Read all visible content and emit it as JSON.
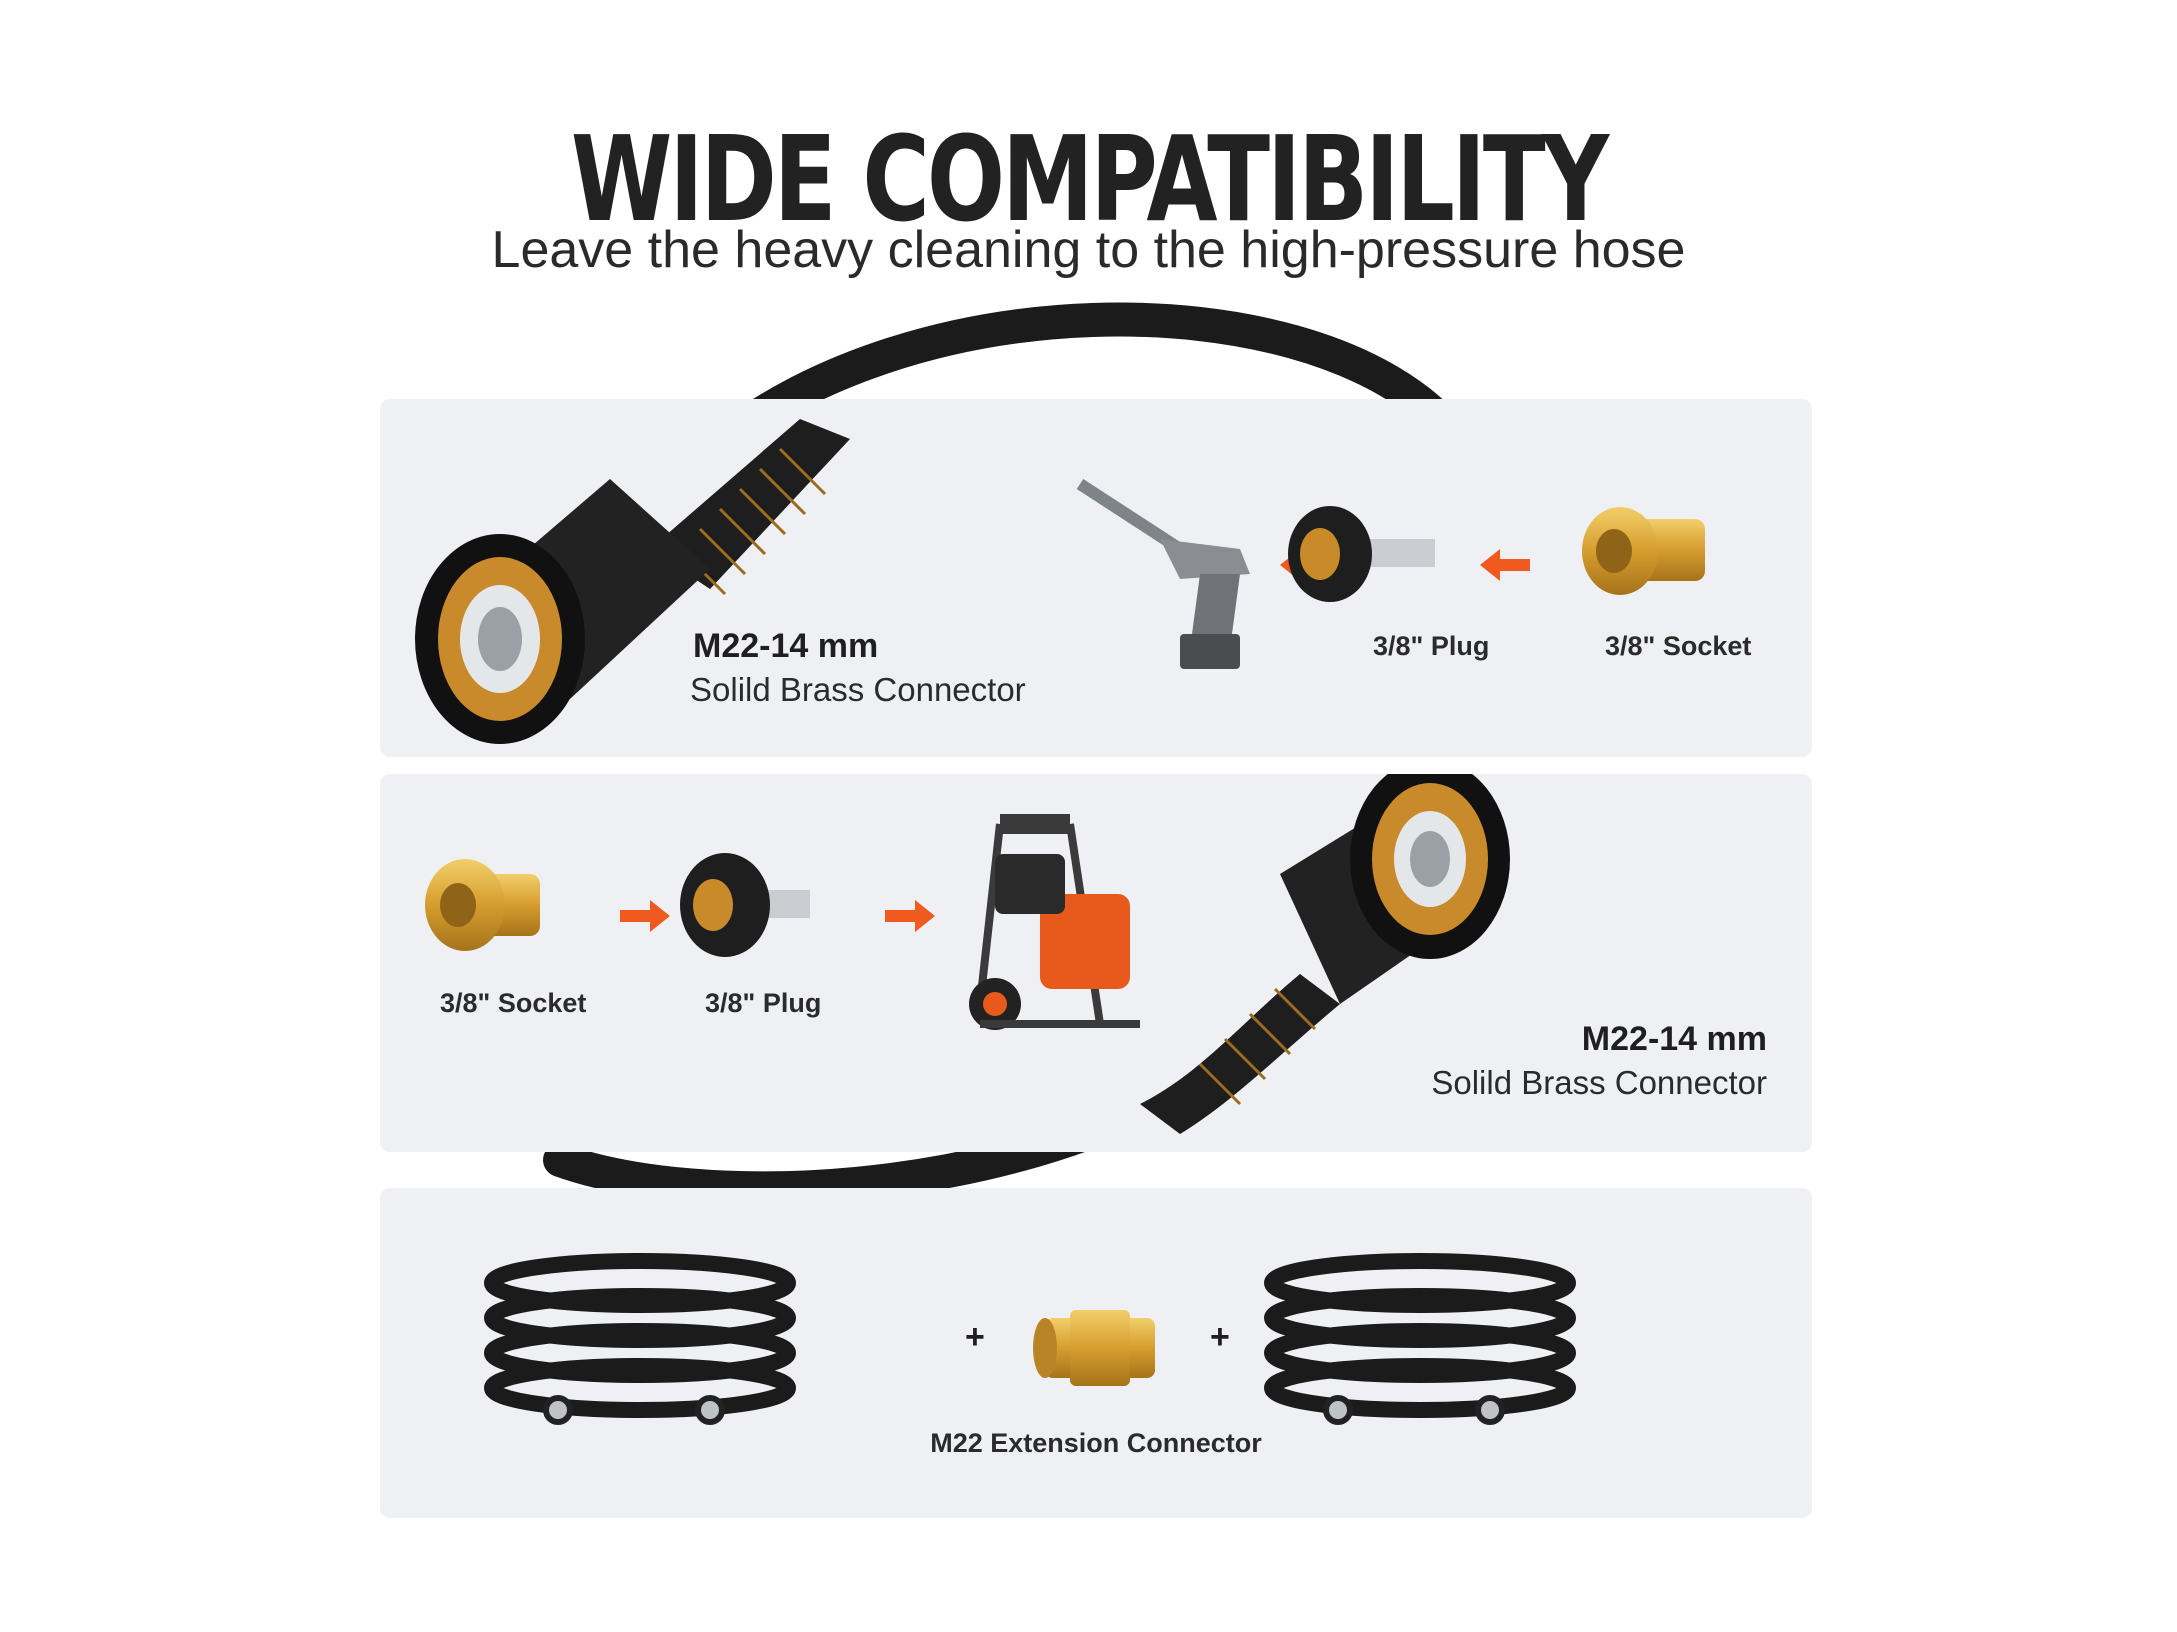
{
  "header": {
    "title": "WIDE COMPATIBILITY",
    "subtitle": "Leave the heavy cleaning to the high-pressure hose"
  },
  "top_panel": {
    "connector_size": "M22-14 mm",
    "connector_desc": "Solild Brass Connector",
    "plug_label": "3/8\" Plug",
    "socket_label": "3/8\" Socket"
  },
  "middle_panel": {
    "socket_label": "3/8\" Socket",
    "plug_label": "3/8\" Plug",
    "connector_size": "M22-14 mm",
    "connector_desc": "Solild Brass Connector"
  },
  "bottom_panel": {
    "plus_left": "+",
    "plus_right": "+",
    "extension_label": "M22 Extension Connector"
  },
  "colors": {
    "panel_bg": "#eef0f4",
    "arrow": "#f05a1e",
    "brass": "#d9a53a",
    "hose": "#1b1b1b"
  }
}
